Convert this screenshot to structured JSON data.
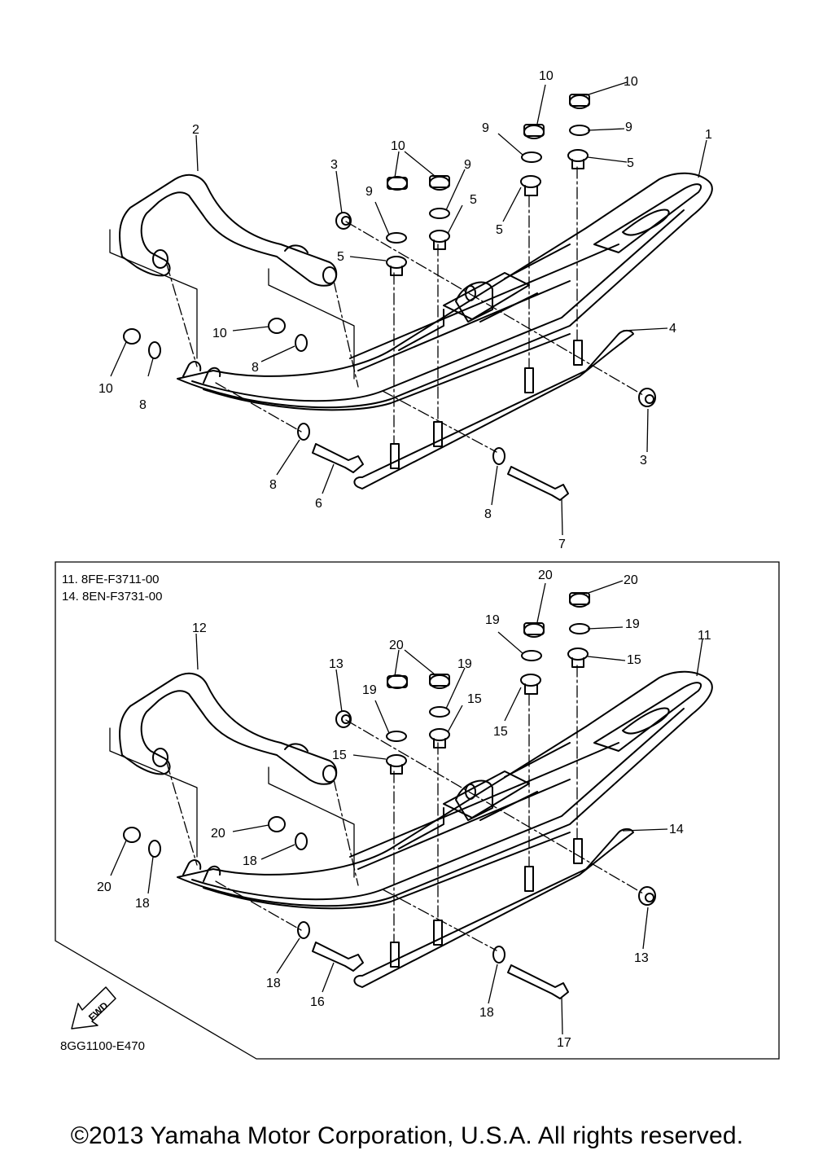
{
  "top_labels": [
    "1",
    "2",
    "3",
    "4",
    "5",
    "6",
    "7",
    "8",
    "9",
    "10"
  ],
  "bottom_labels": [
    "11",
    "12",
    "13",
    "14",
    "15",
    "16",
    "17",
    "18",
    "19",
    "20"
  ],
  "notes": [
    "11. 8FE-F3711-00",
    "14. 8EN-F3731-00"
  ],
  "fwd_label": "FWD",
  "drawing_code": "8GG1100-E470",
  "copyright": "©2013 Yamaha Motor Corporation, U.S.A. All rights reserved."
}
